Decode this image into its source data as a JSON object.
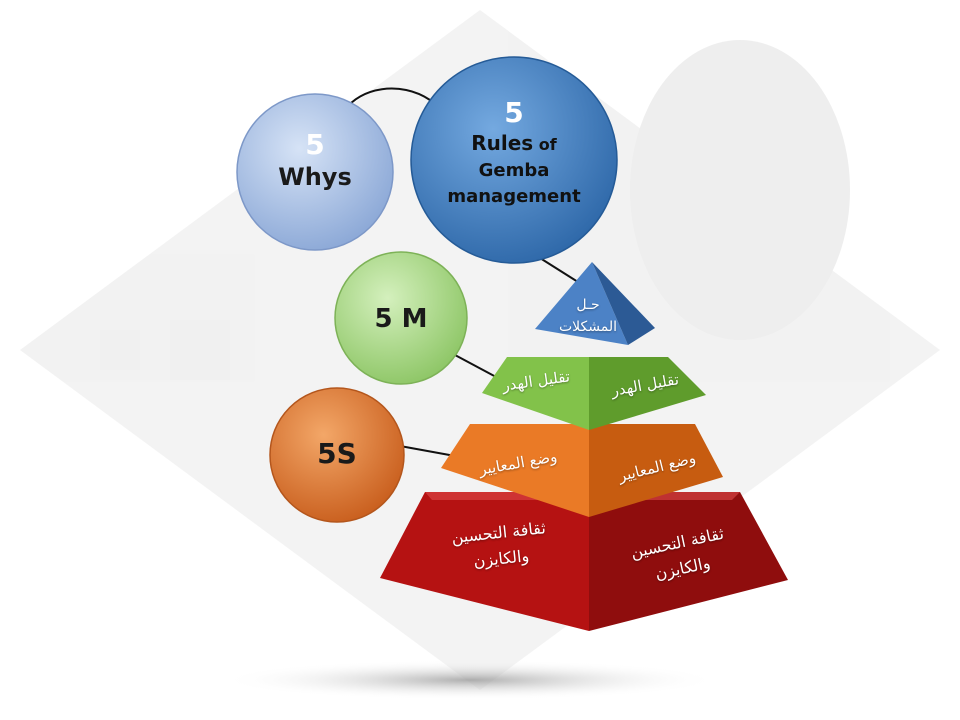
{
  "bubbles": {
    "whys": {
      "number": "5",
      "word": "Whys",
      "color": "#a9c1e6"
    },
    "rules": {
      "number": "5",
      "line1_bold": "Rules",
      "line1_rest": " of",
      "line2": "Gemba",
      "line3": "management",
      "color": "#3d7fc6"
    },
    "m": {
      "number": "5",
      "word": "M",
      "color": "#a5d97e"
    },
    "s": {
      "number": "5",
      "word": "S",
      "color": "#e07a30"
    }
  },
  "pyramid": {
    "top": {
      "label": "حـل المشكلات",
      "color": "#3f72b6"
    },
    "level2": {
      "left_label": "تقليل الهدر",
      "right_label": "تقليل الهدر",
      "color": "#74b43c"
    },
    "level3": {
      "left_label": "وضع المعايير",
      "right_label": "وضع المعايير",
      "color": "#e2701c"
    },
    "level4": {
      "left_label": "ثقافة التحسين والكايزن",
      "right_label": "ثقافة التحسين والكايزن",
      "color": "#c81a1a"
    }
  }
}
